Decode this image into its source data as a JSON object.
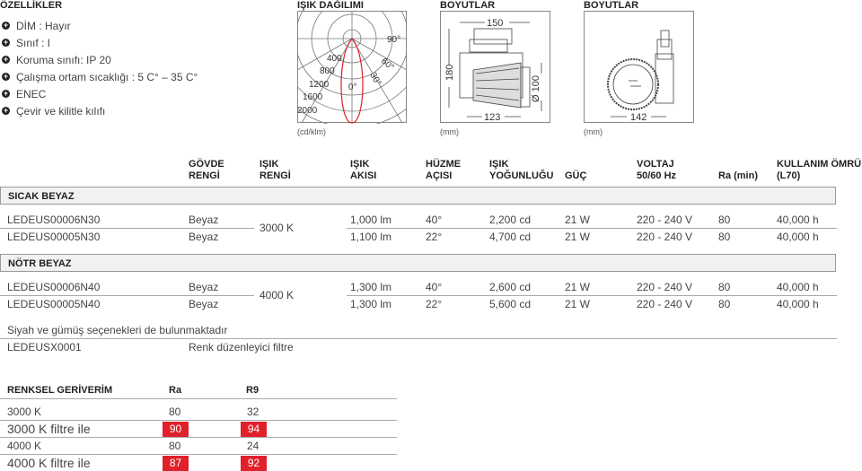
{
  "features": {
    "title": "ÖZELLİKLER",
    "items": [
      "DİM : Hayır",
      "Sınıf : I",
      "Koruma sınıfı: IP 20",
      "Çalışma ortam sıcaklığı : 5 C° – 35 C°",
      "ENEC",
      "Çevir ve kilitle kılıfı"
    ]
  },
  "polar": {
    "title": "IŞIK DAĞILIMI",
    "unit": "(cd/klm)",
    "radial_labels": [
      "400",
      "800",
      "1200",
      "1600",
      "2000"
    ],
    "angle_labels": [
      "90°",
      "60°",
      "30°",
      "0°"
    ],
    "curve_color": "#e0202a"
  },
  "dims1": {
    "title": "BOYUTLAR",
    "unit": "(mm)",
    "width": "150",
    "height": "180",
    "diameter": "Ø 100",
    "depth": "123"
  },
  "dims2": {
    "title": "BOYUTLAR",
    "unit": "(mm)",
    "width": "142"
  },
  "table": {
    "headers": [
      [
        "GÖVDE",
        "RENGİ"
      ],
      [
        "IŞIK",
        "RENGİ"
      ],
      [
        "IŞIK",
        "AKISI"
      ],
      [
        "HÜZME",
        "AÇISI"
      ],
      [
        "IŞIK",
        "YOĞUNLUĞU"
      ],
      [
        "",
        "GÜÇ"
      ],
      [
        "VOLTAJ",
        "50/60 Hz"
      ],
      [
        "",
        "Ra (min)"
      ],
      [
        "KULLANIM ÖMRÜ",
        "(L70)"
      ]
    ],
    "groups": [
      {
        "name": "SICAK BEYAZ",
        "color_temp": "3000 K",
        "rows": [
          [
            "LEDEUS00006N30",
            "Beyaz",
            "1,000 lm",
            "40°",
            "2,200 cd",
            "21 W",
            "220 - 240 V",
            "80",
            "40,000 h"
          ],
          [
            "LEDEUS00005N30",
            "Beyaz",
            "1,100 lm",
            "22°",
            "4,700 cd",
            "21 W",
            "220 - 240 V",
            "80",
            "40,000 h"
          ]
        ]
      },
      {
        "name": "NÖTR BEYAZ",
        "color_temp": "4000 K",
        "rows": [
          [
            "LEDEUS00006N40",
            "Beyaz",
            "1,300 lm",
            "40°",
            "2,600 cd",
            "21 W",
            "220 - 240 V",
            "80",
            "40,000 h"
          ],
          [
            "LEDEUS00005N40",
            "Beyaz",
            "1,300 lm",
            "22°",
            "5,600 cd",
            "21 W",
            "220 - 240 V",
            "80",
            "40,000 h"
          ]
        ]
      }
    ],
    "note": "Siyah ve gümüş seçenekleri de bulunmaktadır",
    "accessory": {
      "code": "LEDEUSX0001",
      "desc": "Renk düzenleyici filtre"
    }
  },
  "cri": {
    "title": "RENKSEL GERİVERİM",
    "col_ra": "Ra",
    "col_r9": "R9",
    "rows": [
      {
        "label": "3000 K",
        "ra": "80",
        "r9": "32",
        "highlight": false
      },
      {
        "label": "3000 K filtre ile",
        "ra": "90",
        "r9": "94",
        "highlight": true
      },
      {
        "label": "4000 K",
        "ra": "80",
        "r9": "24",
        "highlight": false
      },
      {
        "label": "4000 K filtre ile",
        "ra": "87",
        "r9": "92",
        "highlight": true
      }
    ],
    "highlight_color": "#e0202a"
  }
}
